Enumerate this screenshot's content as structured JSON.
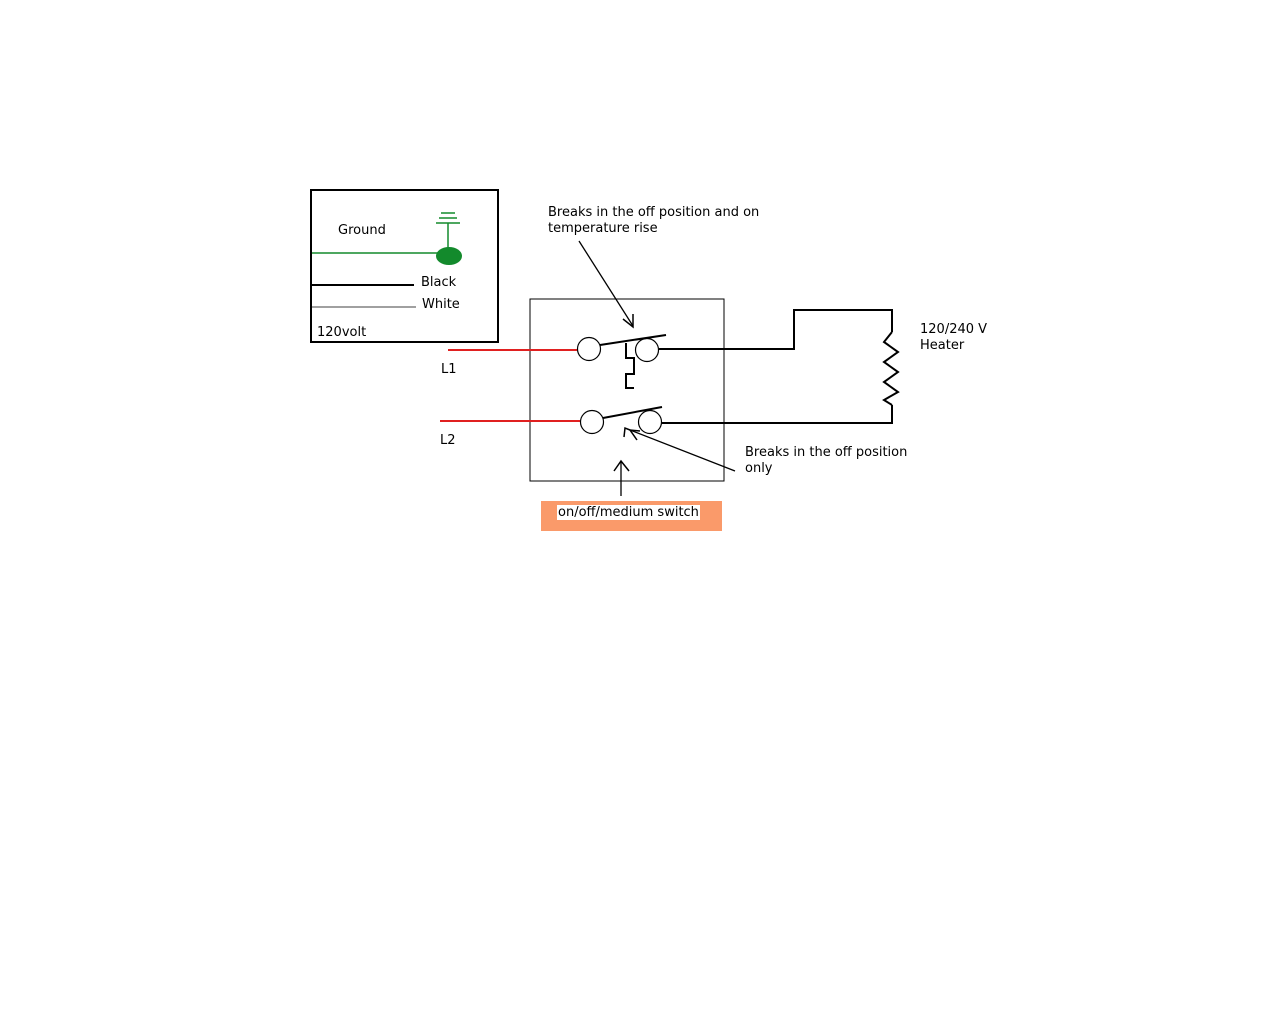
{
  "legend": {
    "ground_label": "Ground",
    "black_label": "Black",
    "white_label": "White",
    "voltage_label": "120volt"
  },
  "annotations": {
    "top_note_line1": "Breaks in the off position and on",
    "top_note_line2": "temperature rise",
    "bottom_note_line1": "Breaks in the off position",
    "bottom_note_line2": "only"
  },
  "lines": {
    "l1_label": "L1",
    "l2_label": "L2"
  },
  "heater": {
    "label_line1": "120/240 V",
    "label_line2": "Heater"
  },
  "switch": {
    "label": "on/off/medium switch"
  },
  "colors": {
    "ground_wire": "#138a2c",
    "line_wire": "#e02020",
    "white_wire": "#a0a0a0",
    "badge": "#fa9a6a"
  }
}
